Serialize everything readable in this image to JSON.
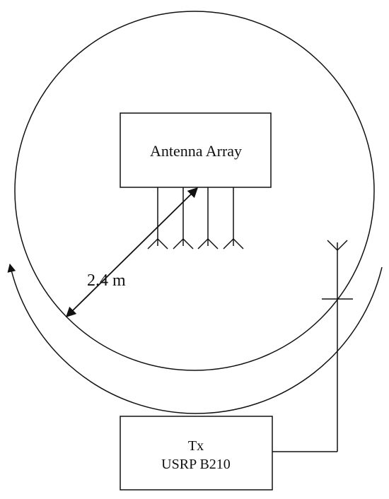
{
  "diagram": {
    "antenna_array_label": "Antenna Array",
    "distance_label": "2.4 m",
    "tx_label_line1": "Tx",
    "tx_label_line2": "USRP B210",
    "colors": {
      "stroke": "#111111",
      "background": "#ffffff"
    }
  }
}
